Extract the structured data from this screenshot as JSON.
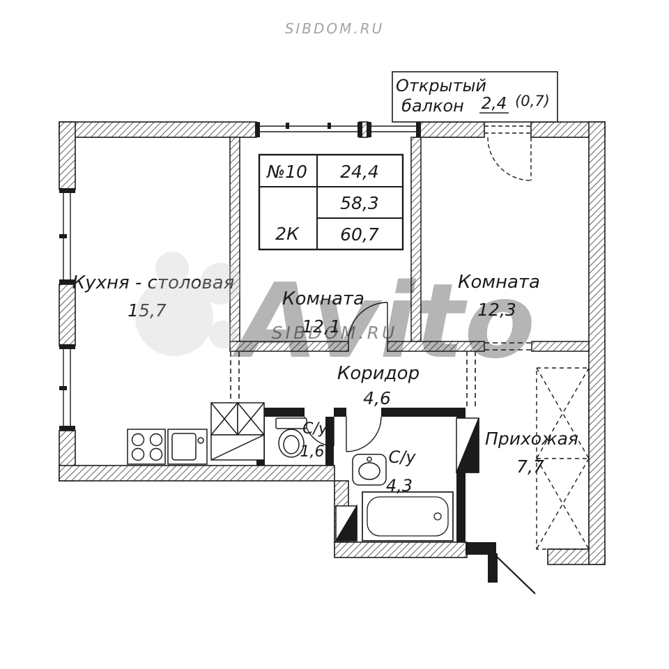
{
  "plan": {
    "balcony": {
      "line1": "Открытый",
      "line2": "балкон",
      "area": "2,4",
      "coef": "(0,7)"
    },
    "info_table": {
      "number": "№10",
      "living_area": "24,4",
      "rooms_type": "2К",
      "apartment_area": "58,3",
      "total_area": "60,7"
    },
    "rooms": [
      {
        "name": "Кухня - столовая",
        "area": "15,7"
      },
      {
        "name": "Комната",
        "area": "12,1"
      },
      {
        "name": "Комната",
        "area": "12,3"
      },
      {
        "name": "Коридор",
        "area": "4,6"
      },
      {
        "name": "С/у",
        "area": "1,6"
      },
      {
        "name": "С/у",
        "area": "4,3"
      },
      {
        "name": "Прихожая",
        "area": "7,7"
      }
    ]
  },
  "watermark": {
    "brand": "Avito",
    "site": "SIBDOM.RU"
  },
  "colors": {
    "line": "#1b1b1b",
    "watermark_text": "#b5b5b5",
    "background": "#ffffff"
  }
}
